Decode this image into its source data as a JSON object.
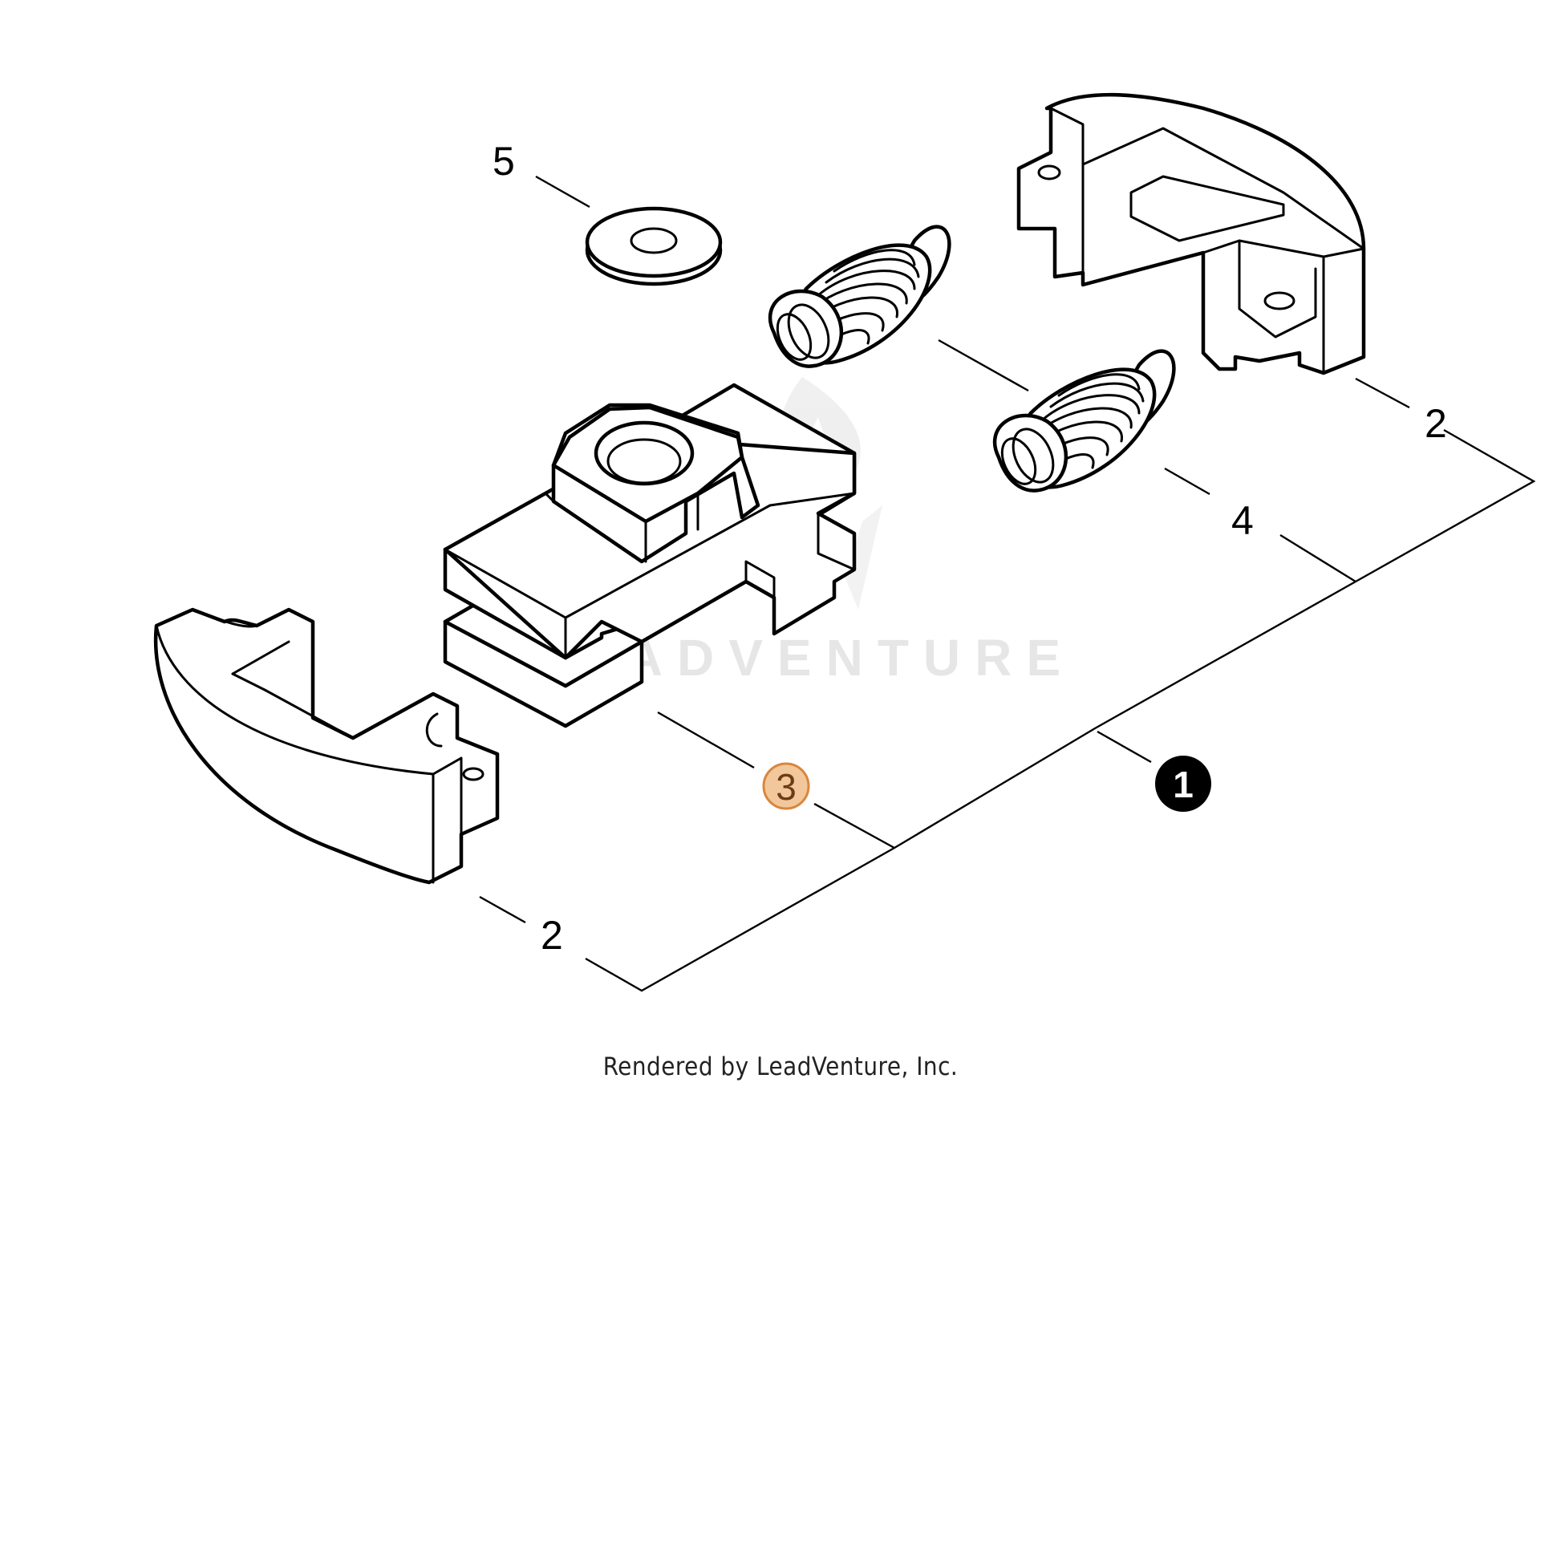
{
  "diagram": {
    "watermark_text": "LEADVENTURE",
    "footer_text": "Rendered by LeadVenture, Inc.",
    "callouts": {
      "top_left_label": "5",
      "top_right_label": "2",
      "spring_label": "4",
      "bottom_left_label": "2",
      "selected_label": "3",
      "assembly_label": "1"
    },
    "colors": {
      "highlight_fill": "#f2c79b",
      "highlight_stroke": "#d8873f",
      "assembly_badge": "#000000"
    }
  }
}
